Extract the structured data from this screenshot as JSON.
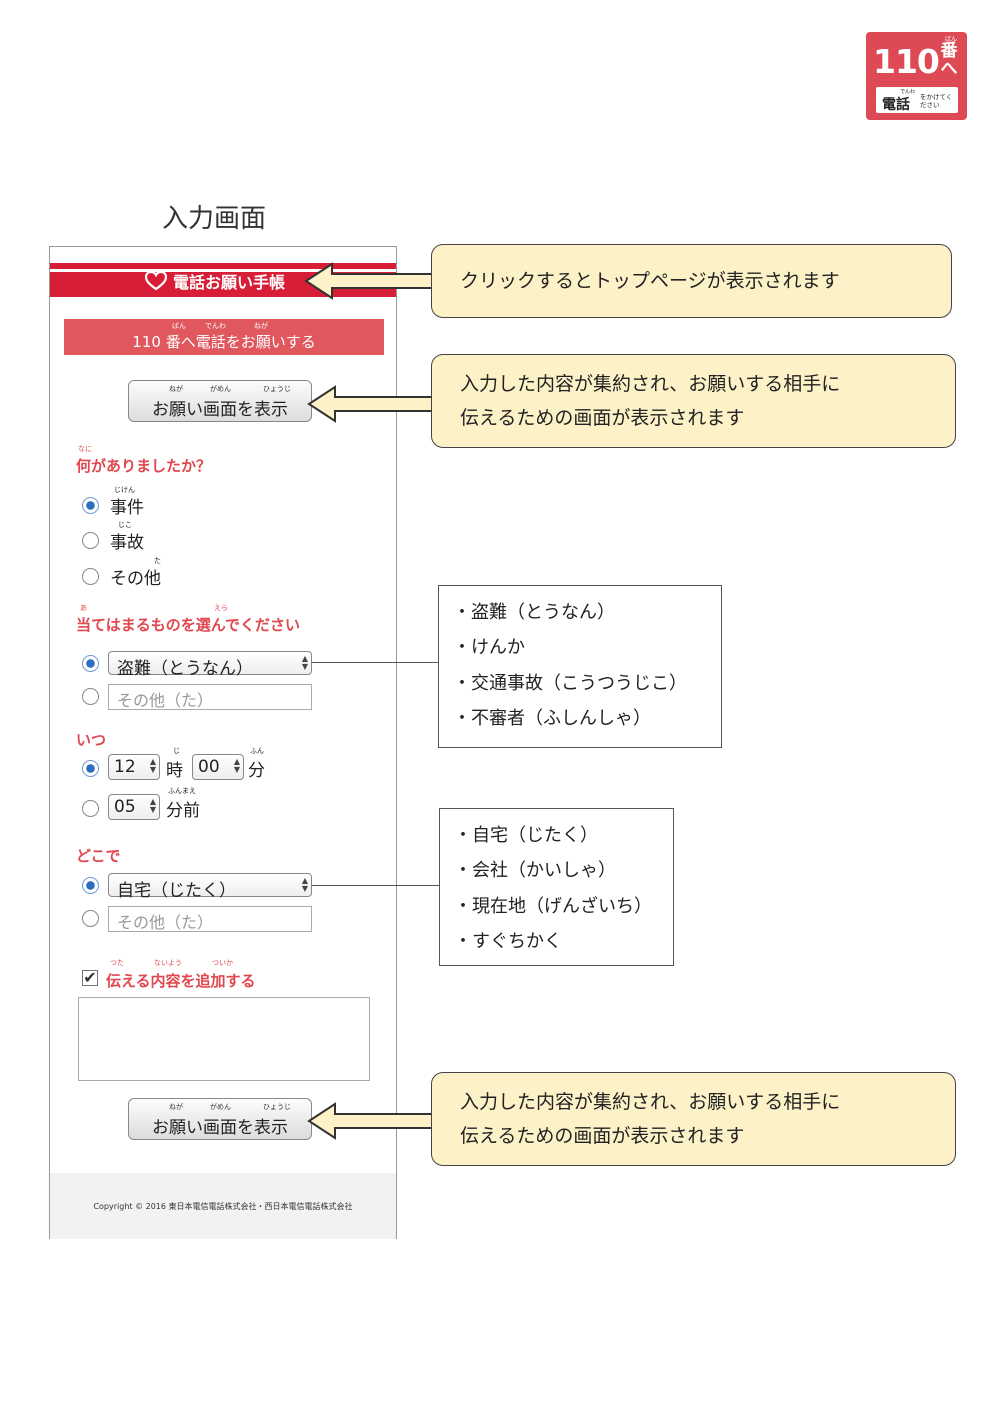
{
  "badge": {
    "ruby": "ばん",
    "number": "110",
    "ban": "番へ",
    "ruby2": "でんわ",
    "denwa": "電話",
    "small": "をかけてください"
  },
  "heading": "入力画面",
  "app": {
    "title": "電話お願い手帳",
    "band": {
      "text": "110 番へ電話をお願いする",
      "ruby_ban": "ばん",
      "ruby_denwa": "でんわ",
      "ruby_negai": "ねが"
    },
    "show_button": {
      "label": "お願い画面を表示",
      "ruby_ne": "ねが",
      "ruby_gamen": "がめん",
      "ruby_hyouji": "ひょうじ"
    },
    "q1": {
      "label": "何がありましたか？",
      "ruby": "なに",
      "options": [
        "事件",
        "事故",
        "その他"
      ],
      "rubies": [
        "じけん",
        "じこ",
        "た"
      ]
    },
    "q2": {
      "label": "当てはまるものを選んでください",
      "ruby_a": "あ",
      "ruby_era": "えら",
      "selected": "盗難（とうなん）",
      "other_placeholder": "その他（た）"
    },
    "q3": {
      "label": "いつ",
      "hour": "12",
      "ji": "時",
      "ruby_ji": "じ",
      "minute": "00",
      "fun": "分",
      "ruby_fun": "ふん",
      "before": "05",
      "funmae": "分前",
      "ruby_funmae": "ふんまえ"
    },
    "q4": {
      "label": "どこで",
      "selected": "自宅（じたく）",
      "other_placeholder": "その他（た）"
    },
    "q5": {
      "label": "伝える内容を追加する",
      "ruby_tsuta": "つた",
      "ruby_naiyou": "ないよう",
      "ruby_tsuika": "ついか",
      "check_mark": "✔"
    },
    "footer": "Copyright © 2016 東日本電信電話株式会社・西日本電信電話株式会社"
  },
  "callouts": {
    "top": "クリックするとトップページが表示されます",
    "show1": [
      "入力した内容が集約され、お願いする相手に",
      "伝えるための画面が表示されます"
    ],
    "show2": [
      "入力した内容が集約され、お願いする相手に",
      "伝えるための画面が表示されます"
    ]
  },
  "list_what": [
    "・盗難（とうなん）",
    "・けんか",
    "・交通事故（こうつうじこ）",
    "・不審者（ふしんしゃ）"
  ],
  "list_where": [
    "・自宅（じたく）",
    "・会社（かいしゃ）",
    "・現在地（げんざいち）",
    "・すぐちかく"
  ],
  "colors": {
    "brand_red": "#d81e36",
    "band_red": "#e0575e",
    "question_red": "#e0474f",
    "callout_fill": "#fdf1c8"
  }
}
